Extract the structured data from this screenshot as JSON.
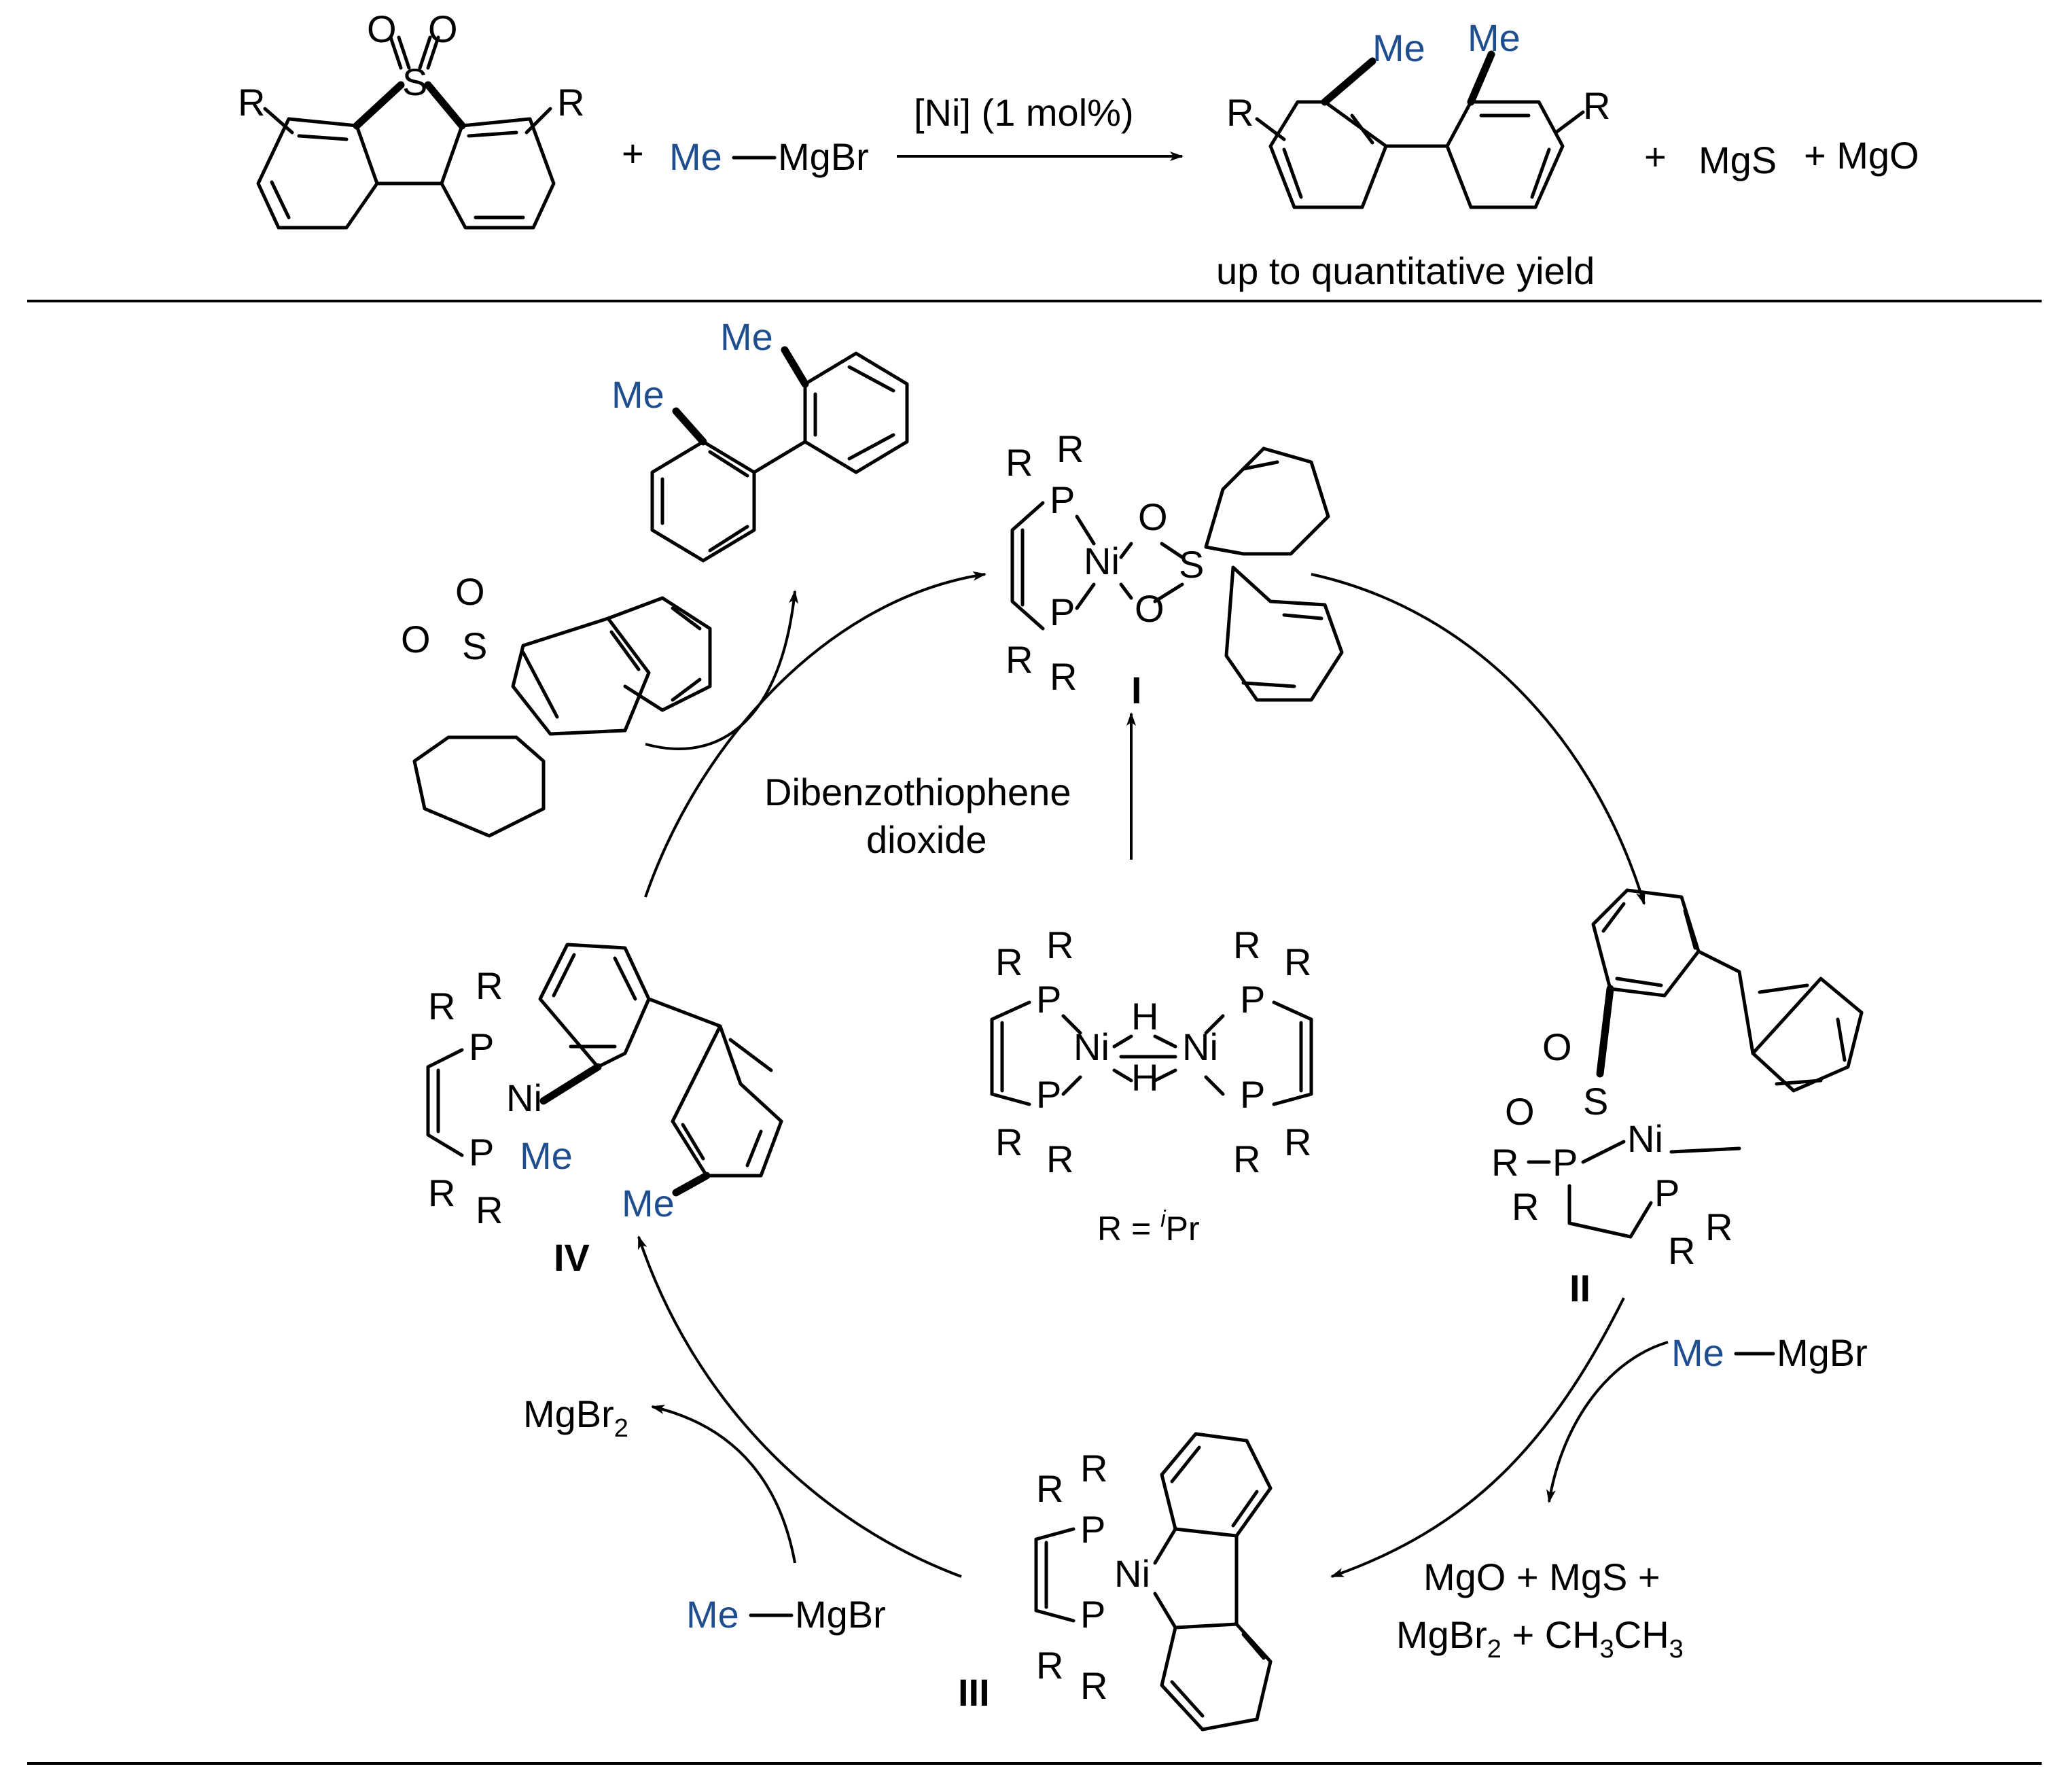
{
  "top_reaction": {
    "reactant_substituent": "R",
    "plus_1": "+",
    "reagent": {
      "methyl": "Me",
      "metal": "MgBr"
    },
    "condition": "[Ni] (1 mol%)",
    "product_methyl": "Me",
    "product_substituent": "R",
    "plus_2": "+",
    "byproduct_1": "MgS",
    "byproduct_2": "+ MgO",
    "yield_note": "up to quantitative yield"
  },
  "atoms": {
    "S": "S",
    "O": "O",
    "P": "P",
    "Ni": "Ni",
    "H": "H",
    "R": "R",
    "Me": "Me"
  },
  "cycle": {
    "species_I": "I",
    "species_II": "II",
    "species_III": "III",
    "species_IV": "IV",
    "activation_reagent_line1": "Dibenzothiophene",
    "activation_reagent_line2": "dioxide",
    "r_definition": {
      "prefix": "R = ",
      "superscript": "i",
      "suffix": "Pr"
    },
    "step_II_III_reagent": {
      "methyl": "Me",
      "metal": "MgBr"
    },
    "step_II_III_byproducts_line1": "MgO + MgS +",
    "step_II_III_byproducts_line2": {
      "a": "MgBr",
      "a_sub": "2",
      "b": " + CH",
      "b_sub": "3",
      "c": "CH",
      "c_sub": "3"
    },
    "step_III_IV_reagent": {
      "methyl": "Me",
      "metal": "MgBr"
    },
    "step_III_IV_byproduct": {
      "main": "MgBr",
      "sub": "2"
    }
  },
  "colors": {
    "methyl": "#1f4e8f",
    "ink": "#000000",
    "background": "#ffffff"
  }
}
